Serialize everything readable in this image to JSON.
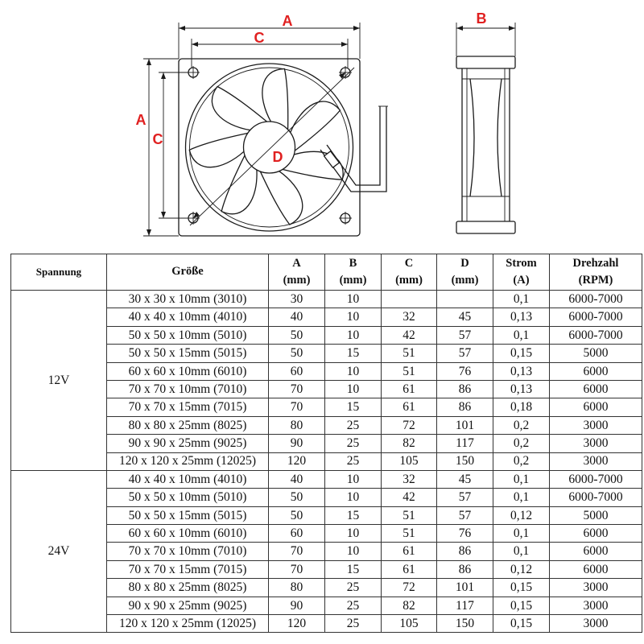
{
  "drawing": {
    "label_color": "#e02020",
    "front_view": {
      "dim_A_horizontal": "A",
      "dim_C_horizontal": "C",
      "dim_A_vertical": "A",
      "dim_C_vertical": "C",
      "dim_D_diagonal": "D"
    },
    "side_view": {
      "dim_B": "B"
    }
  },
  "table": {
    "headers": [
      {
        "label": "Spannung"
      },
      {
        "label": "Größe"
      },
      {
        "label": "A",
        "unit": "(mm)"
      },
      {
        "label": "B",
        "unit": "(mm)"
      },
      {
        "label": "C",
        "unit": "(mm)"
      },
      {
        "label": "D",
        "unit": "(mm)"
      },
      {
        "label": "Strom",
        "unit": "(A)"
      },
      {
        "label": "Drehzahl",
        "unit": "(RPM)"
      }
    ],
    "groups": [
      {
        "voltage": "12V",
        "rows": [
          {
            "size": "30 x 30 x 10mm (3010)",
            "a": "30",
            "b": "10",
            "c": "",
            "d": "",
            "current": "0,1",
            "rpm": "6000-7000"
          },
          {
            "size": "40 x 40 x 10mm (4010)",
            "a": "40",
            "b": "10",
            "c": "32",
            "d": "45",
            "current": "0,13",
            "rpm": "6000-7000"
          },
          {
            "size": "50 x 50 x 10mm (5010)",
            "a": "50",
            "b": "10",
            "c": "42",
            "d": "57",
            "current": "0,1",
            "rpm": "6000-7000"
          },
          {
            "size": "50 x 50 x 15mm (5015)",
            "a": "50",
            "b": "15",
            "c": "51",
            "d": "57",
            "current": "0,15",
            "rpm": "5000"
          },
          {
            "size": "60 x 60 x 10mm (6010)",
            "a": "60",
            "b": "10",
            "c": "51",
            "d": "76",
            "current": "0,13",
            "rpm": "6000"
          },
          {
            "size": "70 x 70 x 10mm (7010)",
            "a": "70",
            "b": "10",
            "c": "61",
            "d": "86",
            "current": "0,13",
            "rpm": "6000"
          },
          {
            "size": "70 x 70 x 15mm (7015)",
            "a": "70",
            "b": "15",
            "c": "61",
            "d": "86",
            "current": "0,18",
            "rpm": "6000"
          },
          {
            "size": "80 x 80 x 25mm (8025)",
            "a": "80",
            "b": "25",
            "c": "72",
            "d": "101",
            "current": "0,2",
            "rpm": "3000"
          },
          {
            "size": "90 x 90 x 25mm (9025)",
            "a": "90",
            "b": "25",
            "c": "82",
            "d": "117",
            "current": "0,2",
            "rpm": "3000"
          },
          {
            "size": "120 x 120 x 25mm (12025)",
            "a": "120",
            "b": "25",
            "c": "105",
            "d": "150",
            "current": "0,2",
            "rpm": "3000"
          }
        ]
      },
      {
        "voltage": "24V",
        "rows": [
          {
            "size": "40 x 40 x 10mm (4010)",
            "a": "40",
            "b": "10",
            "c": "32",
            "d": "45",
            "current": "0,1",
            "rpm": "6000-7000"
          },
          {
            "size": "50 x 50 x 10mm (5010)",
            "a": "50",
            "b": "10",
            "c": "42",
            "d": "57",
            "current": "0,1",
            "rpm": "6000-7000"
          },
          {
            "size": "50 x 50 x 15mm (5015)",
            "a": "50",
            "b": "15",
            "c": "51",
            "d": "57",
            "current": "0,12",
            "rpm": "5000"
          },
          {
            "size": "60 x 60 x 10mm (6010)",
            "a": "60",
            "b": "10",
            "c": "51",
            "d": "76",
            "current": "0,1",
            "rpm": "6000"
          },
          {
            "size": "70 x 70 x 10mm (7010)",
            "a": "70",
            "b": "10",
            "c": "61",
            "d": "86",
            "current": "0,1",
            "rpm": "6000"
          },
          {
            "size": "70 x 70 x 15mm (7015)",
            "a": "70",
            "b": "15",
            "c": "61",
            "d": "86",
            "current": "0,12",
            "rpm": "6000"
          },
          {
            "size": "80 x 80 x 25mm (8025)",
            "a": "80",
            "b": "25",
            "c": "72",
            "d": "101",
            "current": "0,15",
            "rpm": "3000"
          },
          {
            "size": "90 x 90 x 25mm (9025)",
            "a": "90",
            "b": "25",
            "c": "82",
            "d": "117",
            "current": "0,15",
            "rpm": "3000"
          },
          {
            "size": "120 x 120 x 25mm (12025)",
            "a": "120",
            "b": "25",
            "c": "105",
            "d": "150",
            "current": "0,15",
            "rpm": "3000"
          }
        ]
      }
    ]
  }
}
